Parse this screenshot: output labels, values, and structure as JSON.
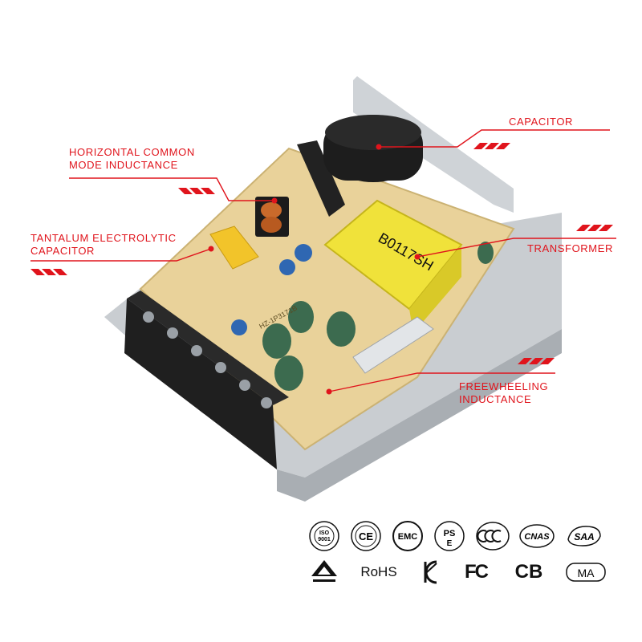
{
  "labels": {
    "capacitor": "CAPACITOR",
    "common_mode_line1": "HORIZONTAL COMMON",
    "common_mode_line2": "MODE INDUCTANCE",
    "tantalum_line1": "TANTALUM ELECTROLYTIC",
    "tantalum_line2": "CAPACITOR",
    "transformer": "TRANSFORMER",
    "freewheeling_line1": "FREEWHEELING",
    "freewheeling_line2": "INDUCTANCE"
  },
  "board": {
    "transformer_marking": "B0117SH",
    "pcb_marking": "HZ-1P3171B"
  },
  "certifications": {
    "row1": [
      "ISO 9001",
      "CE",
      "EMC",
      "PSE",
      "CCC",
      "CNAS",
      "SAA"
    ],
    "row2": [
      "PSB",
      "RoHS",
      "KC",
      "FC",
      "CB",
      "MA"
    ]
  },
  "colors": {
    "accent": "#e0141c",
    "pcb": "#e9d29a",
    "housing": "#c9cdd1",
    "transformer": "#f0e23a",
    "cap_green": "#3c6b4f"
  }
}
